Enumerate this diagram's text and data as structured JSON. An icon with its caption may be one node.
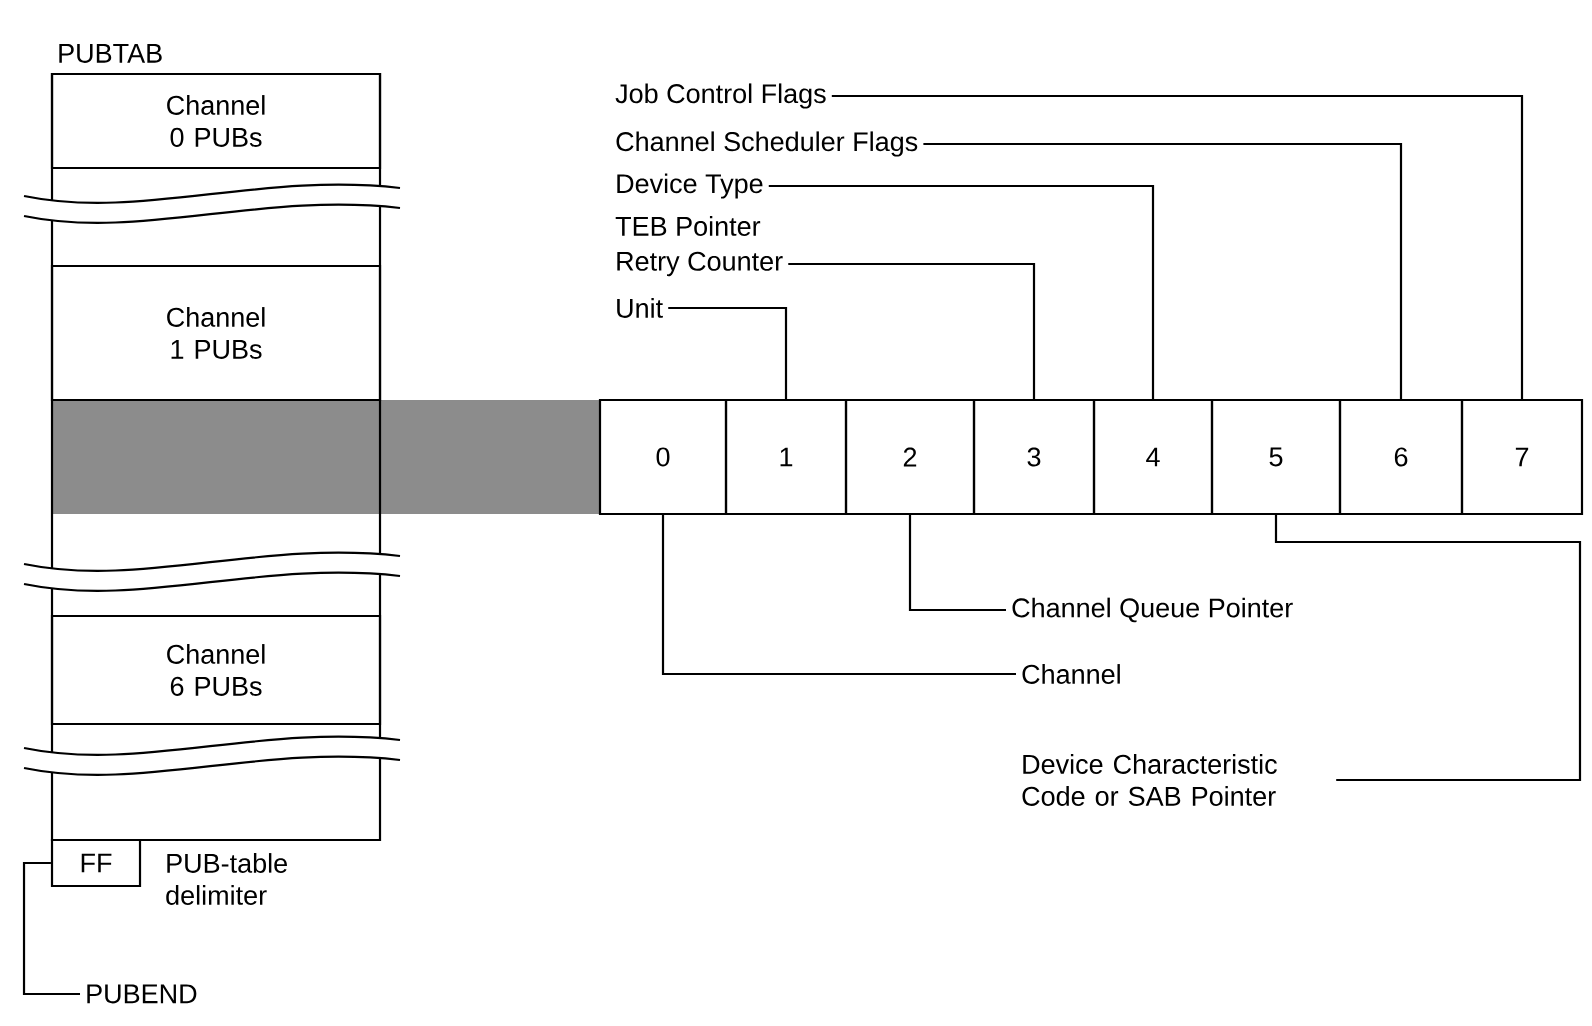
{
  "diagram": {
    "nodes": [
      {
        "text": [
          "PUBTAB"
        ]
      },
      {
        "text": [
          "Channel 0 PUBs"
        ],
        "in": 0
      },
      {
        "text": [
          "Channel 1 PUBs"
        ],
        "in": 0
      },
      {
        "text": [
          "Channel 6 PUBs"
        ],
        "in": 0
      },
      {
        "text": [
          "FF"
        ],
        "beside": [
          "PUB-table delimiter"
        ]
      },
      {
        "text": [
          "PUBEND"
        ]
      },
      {
        "text": [
          "0"
        ]
      },
      {
        "text": [
          "1"
        ]
      },
      {
        "text": [
          "2"
        ]
      },
      {
        "text": [
          "3"
        ]
      },
      {
        "text": [
          "4"
        ]
      },
      {
        "text": [
          "5"
        ]
      },
      {
        "text": [
          "6"
        ]
      },
      {
        "text": [
          "7"
        ]
      },
      {
        "text": [
          "Job Control Flags"
        ]
      },
      {
        "text": [
          "Channel Scheduler Flags"
        ]
      },
      {
        "text": [
          "Device Type"
        ]
      },
      {
        "text": [
          "Retry Counter"
        ]
      },
      {
        "text": [
          "Unit"
        ]
      },
      {
        "text": [
          "Channel Queue Pointer"
        ]
      },
      {
        "text": [
          "Channel"
        ]
      },
      {
        "text": [
          "Device Characteristic Code or SAB Pointer"
        ]
      },
      {
        "text": [],
        "shape": "bar"
      }
    ],
    "edges": [
      {
        "from": 14,
        "to": 13,
        "arrow": "none"
      },
      {
        "from": 15,
        "to": 12,
        "arrow": "none"
      },
      {
        "from": 16,
        "to": 10,
        "arrow": "none"
      },
      {
        "from": 17,
        "to": 9,
        "arrow": "none"
      },
      {
        "from": 18,
        "to": 7,
        "arrow": "none"
      },
      {
        "from": 19,
        "to": 8,
        "arrow": "none"
      },
      {
        "from": 20,
        "to": 6,
        "arrow": "none"
      },
      {
        "from": 21,
        "to": 11,
        "arrow": "none"
      },
      {
        "from": 5,
        "to": 4,
        "arrow": "none"
      }
    ],
    "labels": [
      "TEB Pointer"
    ]
  }
}
